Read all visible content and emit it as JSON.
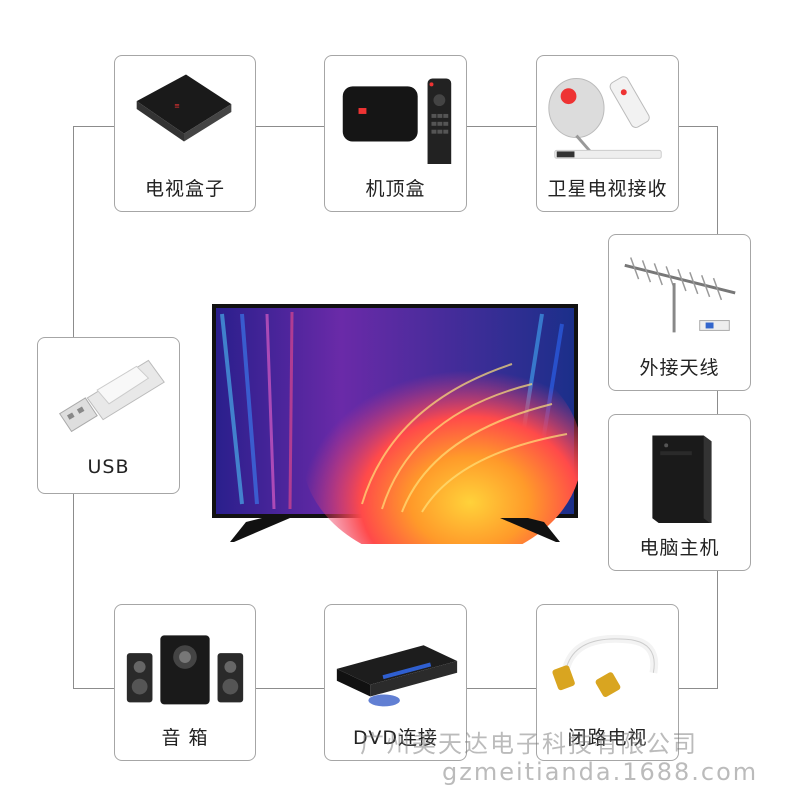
{
  "devices": [
    {
      "label": "电视盒子",
      "icon": "tv-box-icon"
    },
    {
      "label": "机顶盒",
      "icon": "set-top-box-icon"
    },
    {
      "label": "卫星电视接收",
      "icon": "satellite-dish-icon"
    },
    {
      "label": "外接天线",
      "icon": "antenna-icon"
    },
    {
      "label": "电脑主机",
      "icon": "desktop-computer-icon"
    },
    {
      "label": "闭路电视",
      "icon": "coax-cable-icon"
    },
    {
      "label": "DVD连接",
      "icon": "dvd-player-icon"
    },
    {
      "label": "音 箱",
      "icon": "speakers-icon"
    },
    {
      "label": "USB",
      "icon": "usb-drive-icon"
    }
  ],
  "watermark": {
    "line1": "广州美天达电子科技有限公司",
    "line2": "gzmeitianda.1688.com"
  }
}
